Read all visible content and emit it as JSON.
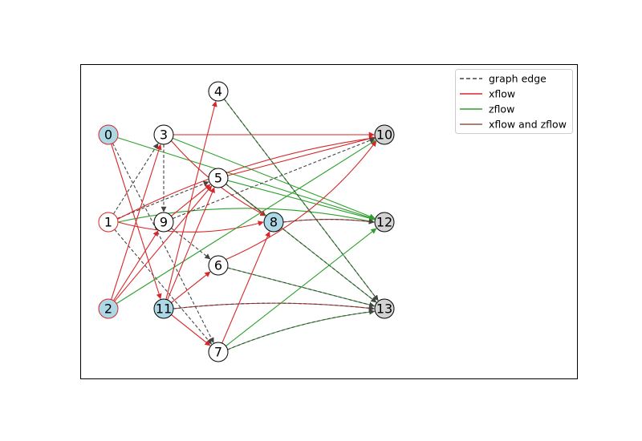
{
  "colors": {
    "graph_edge": "#444444",
    "xflow": "#d62728",
    "zflow": "#2ca02c",
    "xflow_and_zflow": "#8c564b",
    "source_fill": "#add8e6",
    "sink_fill": "#d3d3d3",
    "plain_fill": "#ffffff"
  },
  "legend": {
    "graph_edge": "graph edge",
    "xflow": "xflow",
    "zflow": "zflow",
    "xflow_and_zflow": "xflow and zflow"
  },
  "nodes": [
    {
      "id": "0",
      "fill": "source",
      "ring": "red"
    },
    {
      "id": "1",
      "fill": "plain",
      "ring": "red"
    },
    {
      "id": "2",
      "fill": "source",
      "ring": "red"
    },
    {
      "id": "3",
      "fill": "plain",
      "ring": "black"
    },
    {
      "id": "4",
      "fill": "plain",
      "ring": "black"
    },
    {
      "id": "5",
      "fill": "plain",
      "ring": "black"
    },
    {
      "id": "6",
      "fill": "plain",
      "ring": "black"
    },
    {
      "id": "7",
      "fill": "plain",
      "ring": "black"
    },
    {
      "id": "8",
      "fill": "source",
      "ring": "black"
    },
    {
      "id": "9",
      "fill": "plain",
      "ring": "black"
    },
    {
      "id": "10",
      "fill": "sink",
      "ring": "black"
    },
    {
      "id": "11",
      "fill": "source",
      "ring": "black"
    },
    {
      "id": "12",
      "fill": "sink",
      "ring": "black"
    },
    {
      "id": "13",
      "fill": "sink",
      "ring": "black"
    }
  ],
  "edges": [
    {
      "from": "0",
      "to": "11",
      "type": "xflow"
    },
    {
      "from": "0",
      "to": "7",
      "type": "graph"
    },
    {
      "from": "0",
      "to": "12",
      "type": "zflow"
    },
    {
      "from": "1",
      "to": "3",
      "type": "graph"
    },
    {
      "from": "1",
      "to": "5",
      "type": "graph"
    },
    {
      "from": "1",
      "to": "7",
      "type": "graph"
    },
    {
      "from": "1",
      "to": "8",
      "type": "xflow"
    },
    {
      "from": "1",
      "to": "10",
      "type": "xflow"
    },
    {
      "from": "1",
      "to": "12",
      "type": "zflow"
    },
    {
      "from": "2",
      "to": "3",
      "type": "xflow"
    },
    {
      "from": "2",
      "to": "5",
      "type": "xflow"
    },
    {
      "from": "2",
      "to": "9",
      "type": "xflow"
    },
    {
      "from": "2",
      "to": "10",
      "type": "zflow"
    },
    {
      "from": "3",
      "to": "9",
      "type": "graph"
    },
    {
      "from": "3",
      "to": "10",
      "type": "xflow"
    },
    {
      "from": "3",
      "to": "8",
      "type": "xflow"
    },
    {
      "from": "3",
      "to": "12",
      "type": "zflow"
    },
    {
      "from": "4",
      "to": "13",
      "type": "zflow"
    },
    {
      "from": "4",
      "to": "13",
      "type": "graph"
    },
    {
      "from": "5",
      "to": "10",
      "type": "xflow"
    },
    {
      "from": "5",
      "to": "8",
      "type": "xflow"
    },
    {
      "from": "5",
      "to": "12",
      "type": "zflow"
    },
    {
      "from": "5",
      "to": "13",
      "type": "zflow"
    },
    {
      "from": "5",
      "to": "13",
      "type": "graph"
    },
    {
      "from": "6",
      "to": "10",
      "type": "xflow"
    },
    {
      "from": "6",
      "to": "13",
      "type": "zflow"
    },
    {
      "from": "6",
      "to": "13",
      "type": "graph"
    },
    {
      "from": "7",
      "to": "8",
      "type": "xflow"
    },
    {
      "from": "7",
      "to": "12",
      "type": "zflow"
    },
    {
      "from": "7",
      "to": "13",
      "type": "zflow"
    },
    {
      "from": "7",
      "to": "13",
      "type": "graph"
    },
    {
      "from": "8",
      "to": "12",
      "type": "xflow"
    },
    {
      "from": "8",
      "to": "12",
      "type": "graph"
    },
    {
      "from": "9",
      "to": "5",
      "type": "xflow"
    },
    {
      "from": "9",
      "to": "10",
      "type": "graph"
    },
    {
      "from": "9",
      "to": "6",
      "type": "graph"
    },
    {
      "from": "11",
      "to": "4",
      "type": "xflow"
    },
    {
      "from": "11",
      "to": "5",
      "type": "xflow"
    },
    {
      "from": "11",
      "to": "6",
      "type": "xflow"
    },
    {
      "from": "11",
      "to": "7",
      "type": "xflow"
    },
    {
      "from": "11",
      "to": "13",
      "type": "xflow"
    },
    {
      "from": "11",
      "to": "13",
      "type": "graph"
    }
  ]
}
